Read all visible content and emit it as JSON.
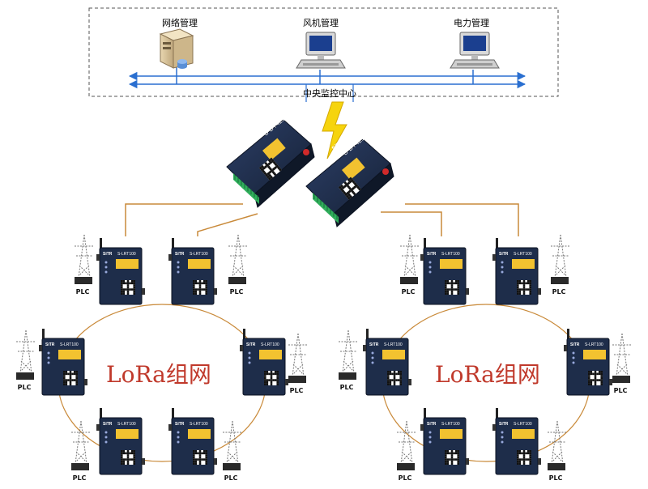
{
  "control_center": {
    "label": "中央监控中心",
    "workstations": [
      {
        "label": "网络管理",
        "type": "server"
      },
      {
        "label": "风机管理",
        "type": "pc"
      },
      {
        "label": "电力管理",
        "type": "pc"
      }
    ]
  },
  "gateways": [
    {
      "brand": "SiTR",
      "model": "S-DT421-A"
    },
    {
      "brand": "SiTR",
      "model": "S-DT421-A"
    }
  ],
  "lora_networks": [
    {
      "label": "LoRa组网",
      "terminals": [
        {
          "brand": "SiTR",
          "model": "S-LRT100"
        },
        {
          "brand": "SiTR",
          "model": "S-LRT100"
        },
        {
          "brand": "SiTR",
          "model": "S-LRT100"
        },
        {
          "brand": "SiTR",
          "model": "S-LRT100"
        },
        {
          "brand": "SiTR",
          "model": "S-LRT100"
        },
        {
          "brand": "SiTR",
          "model": "S-LRT100"
        }
      ],
      "plc_label": "PLC"
    },
    {
      "label": "LoRa组网",
      "terminals": [
        {
          "brand": "SiTR",
          "model": "S-LRT100"
        },
        {
          "brand": "SiTR",
          "model": "S-LRT100"
        },
        {
          "brand": "SiTR",
          "model": "S-LRT100"
        },
        {
          "brand": "SiTR",
          "model": "S-LRT100"
        },
        {
          "brand": "SiTR",
          "model": "S-LRT100"
        },
        {
          "brand": "SiTR",
          "model": "S-LRT100"
        }
      ],
      "plc_label": "PLC"
    }
  ],
  "colors": {
    "bus": "#2a6fd0",
    "wire": "#c98a3a",
    "device_body": "#1e2d4a",
    "terminal_block": "#2fae5b",
    "lightning": "#f6d40e",
    "lora_text": "#c0392b"
  }
}
